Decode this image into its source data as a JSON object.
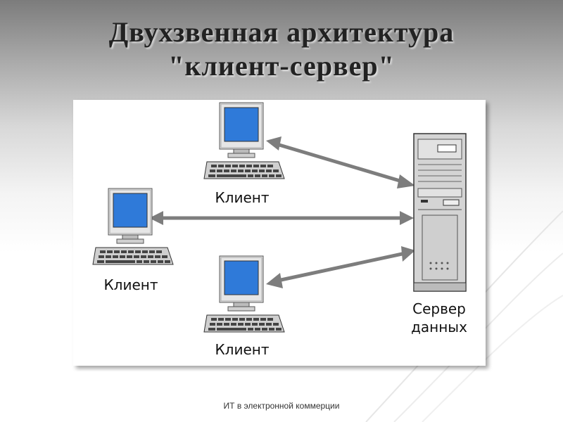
{
  "slide": {
    "title_line1": "Двухзвенная архитектура",
    "title_line2": "\"клиент-сервер\"",
    "footer": "ИТ в электронной коммерции"
  },
  "diagram": {
    "clients": [
      {
        "label": "Клиент",
        "icon": "computer-icon"
      },
      {
        "label": "Клиент",
        "icon": "computer-icon"
      },
      {
        "label": "Клиент",
        "icon": "computer-icon"
      }
    ],
    "server": {
      "label_line1": "Сервер",
      "label_line2": "данных",
      "icon": "server-tower-icon"
    },
    "colors": {
      "screen": "#2f7ad9",
      "arrow": "#8a8a8a",
      "panel": "#ffffff"
    }
  }
}
